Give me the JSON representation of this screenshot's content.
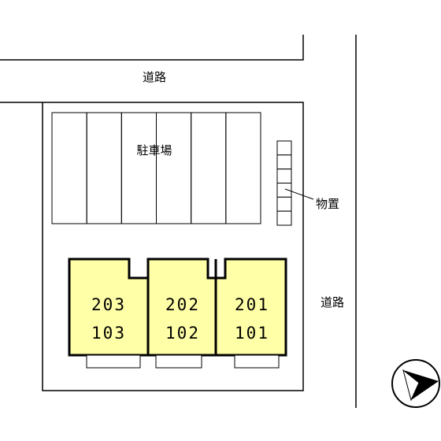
{
  "labels": {
    "road_top": "道路",
    "road_right": "道路",
    "parking": "駐車場",
    "storage": "物置"
  },
  "units": [
    {
      "upper": "203",
      "lower": "103"
    },
    {
      "upper": "202",
      "lower": "102"
    },
    {
      "upper": "201",
      "lower": "101"
    }
  ],
  "parking_spaces": 6,
  "storage_compartments": 6,
  "colors": {
    "unit_fill": "#ffffa8",
    "line": "#000000",
    "background": "#ffffff"
  },
  "icons": {
    "compass": "north-arrow-icon"
  }
}
